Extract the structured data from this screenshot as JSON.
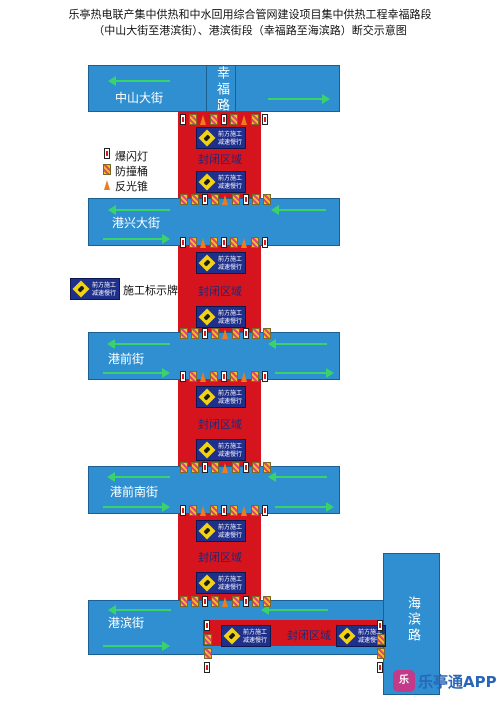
{
  "title": {
    "line1": "乐亭热电联产集中供热和中水回用综合管网建设项目集中供热工程幸福路段",
    "line2": "（中山大街至港滨街）、港滨街段（幸福路至海滨路）断交示意图"
  },
  "roads": {
    "zhongshan": "中山大街",
    "xingfu": "幸福路",
    "gangxing": "港兴大街",
    "gangqian": "港前街",
    "gangqiannan": "港前南街",
    "gangbin": "港滨街",
    "haibin": "海滨路"
  },
  "closed_label": "封闭区域",
  "sign": {
    "line1": "前方施工",
    "line2": "减速慢行"
  },
  "legend": {
    "flash_lamp": "爆闪灯",
    "barrel": "防撞桶",
    "cone": "反光锥",
    "sign_board": "施工标示牌"
  },
  "watermark": {
    "logo_text": "乐",
    "text": "乐亭通APP"
  },
  "colors": {
    "road": "#2f8fd0",
    "closed": "#d6141e",
    "arrow": "#39d36b",
    "sign": "#1e2f8c",
    "sign_diamond": "#f2d312"
  }
}
